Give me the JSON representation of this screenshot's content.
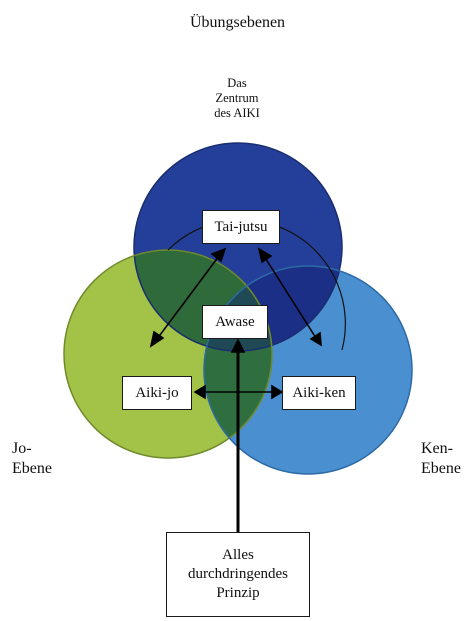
{
  "title": "Übungsebenen",
  "center_label": [
    "Das",
    "Zentrum",
    "des AIKI"
  ],
  "left_label": [
    "Jo-",
    "Ebene"
  ],
  "right_label": [
    "Ken-",
    "Ebene"
  ],
  "boxes": {
    "top": "Tai-jutsu",
    "middle": "Awase",
    "left": "Aiki-jo",
    "right": "Aiki-ken",
    "bottom": [
      "Alles",
      "durchdringendes",
      "Prinzip"
    ]
  },
  "colors": {
    "top_circle": "#243f9a",
    "left_circle": "#a3c248",
    "right_circle": "#4a8fd0",
    "overlap_top_left": "#2e6a3a",
    "overlap_top_right": "#1b2f86",
    "overlap_left_right": "#2f6f3f"
  }
}
